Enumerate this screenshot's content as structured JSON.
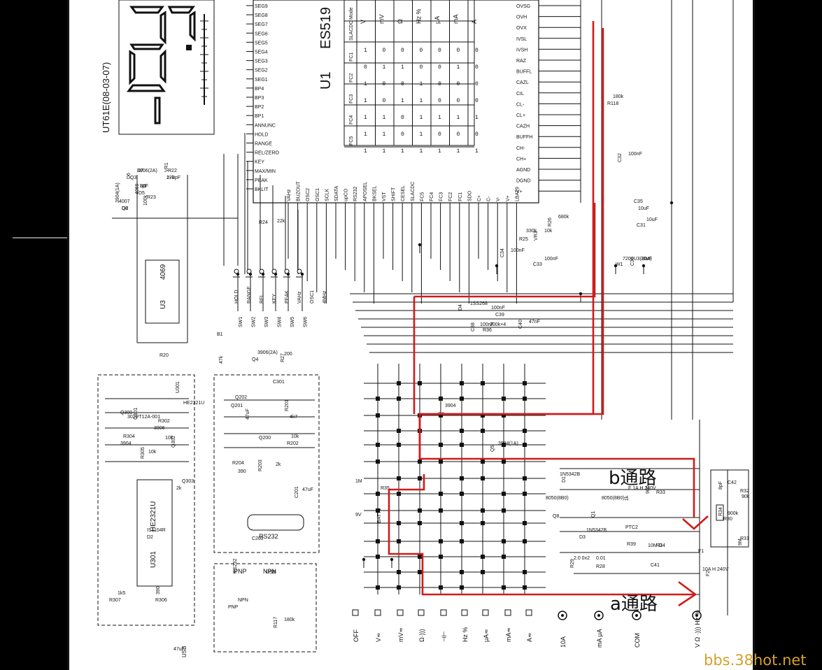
{
  "viewer": {
    "background": "#000000",
    "page_color": "#ffffff",
    "ink": "#111111",
    "highlight": "#d11a1a",
    "watermark_color": "#d4a02a"
  },
  "model": "UT61E(08-03-07)",
  "chip": {
    "ref": "U1",
    "part": "ES519",
    "pins_left": [
      "SEG9",
      "SEG8",
      "SEG7",
      "SEG6",
      "SEG5",
      "SEG4",
      "SEG3",
      "SEG2",
      "SEG1",
      "BP4",
      "BP3",
      "BP2",
      "BP1",
      "ANNUNC",
      "HOLD",
      "RANGE",
      "REL/ZERO",
      "KEY",
      "MAX/MIN",
      "PEAK",
      "BKLIT"
    ],
    "pins_bottom": [
      "VAHz",
      "BUZOUT",
      "OSC2",
      "OSC1",
      "SCLK",
      "SDATA",
      "upCO",
      "RS232",
      "APOSEL",
      "BKSEL",
      "VST",
      "SHIFT",
      "CESEL",
      "SLACDC",
      "FC5",
      "FC4",
      "FC3",
      "FC2",
      "FC1",
      "SDO",
      "C+",
      "C-",
      "V-",
      "V+",
      "LBAT9"
    ],
    "pins_right": [
      "OVSG",
      "OVH",
      "OVX",
      "IVSL",
      "IVSH",
      "RAZ",
      "BUFFL",
      "CAZL",
      "CIL",
      "CL-",
      "CL+",
      "CAZH",
      "BUFFH",
      "CH-",
      "CH+",
      "AGND",
      "DGND",
      "V+"
    ]
  },
  "mode_table": {
    "headers": [
      "Mode",
      "SLACDC",
      "FC1",
      "FC2",
      "FC3",
      "FC4",
      "FC5"
    ],
    "modes": [
      "V",
      "mV",
      "Ω",
      "Hz %",
      "μA",
      "mA",
      "A"
    ],
    "rows": [
      [
        "1",
        "0",
        "1",
        "1",
        "1",
        "1",
        "1"
      ],
      [
        "0",
        "1",
        "0",
        "0",
        "1",
        "1",
        "1"
      ],
      [
        "0",
        "1",
        "0",
        "1",
        "0",
        "0",
        "1"
      ],
      [
        "0",
        "0",
        "1",
        "1",
        "1",
        "1",
        "1"
      ],
      [
        "0",
        "0",
        "0",
        "0",
        "1",
        "0",
        "1"
      ],
      [
        "0",
        "1",
        "0",
        "0",
        "1",
        "0",
        "1"
      ],
      [
        "0",
        "0",
        "0",
        "0",
        "1",
        "0",
        "1"
      ]
    ]
  },
  "parts": [
    "U3",
    "4069",
    "Q3",
    "3906(2A)",
    "Q2",
    "3904(1A)",
    "R22",
    "22k",
    "R23",
    "100k",
    "R24",
    "22k",
    "R20",
    "47k",
    "B1",
    "Q4",
    "3906(2A)",
    "R27",
    "200",
    "D2",
    "IS1104R",
    "U301",
    "HE2321U",
    "Q300",
    "302PT12A-001",
    "Q301",
    "3906",
    "R302",
    "10k",
    "Q302",
    "3904",
    "R304",
    "10k",
    "R305",
    "2k",
    "Q303",
    "R306",
    "390",
    "R307",
    "1k5",
    "C301",
    "47uF",
    "Q200",
    "Q201",
    "Q202",
    "R201",
    "4k7",
    "R202",
    "10k",
    "R203",
    "2k",
    "R204",
    "390",
    "C201",
    "47uF",
    "C202",
    "47uF",
    "RS232",
    "USB",
    "PNP",
    "NPN",
    "R117",
    "180k",
    "R118",
    "180k",
    "VR3",
    "10k",
    "R25",
    "330k",
    "R26",
    "680k",
    "C33",
    "100nF",
    "C34",
    "100nF",
    "C31",
    "10uF",
    "C32",
    "100nF",
    "C35",
    "10uF",
    "C36",
    "10uF",
    "W1",
    "7201U3(30A)",
    "Q5",
    "3904(1A)",
    "Q6",
    "3904",
    "D4",
    "1SS268",
    "R36",
    "200k×4",
    "C38",
    "100nF",
    "C39",
    "100nF",
    "C40",
    "47nF",
    "R35",
    "1M",
    "BATT1",
    "9V",
    "Q8",
    "8050(8B0)",
    "Q1",
    "8050(8B0)",
    "D3",
    "1N5342B",
    "D1",
    "1N5342B",
    "R28",
    "0.01",
    "R29",
    "2.0 0x2",
    "F1",
    "10A H 240V",
    "F2",
    "F 1A H 240V",
    "PTC2",
    "R39",
    "1k",
    "R30",
    "900k",
    "R31",
    "9M",
    "R32",
    "90k",
    "R33",
    "900",
    "R34",
    "10M D",
    "C41",
    "8pF",
    "C42",
    "8pF",
    "D5",
    "D6",
    "D7",
    "D8",
    "4007",
    "VR1",
    "1~3pF"
  ],
  "switches": [
    "HOLD",
    "RANGE",
    "REL",
    "KEY",
    "PEAK",
    "VAHz",
    "OSC1",
    "4MHz",
    "SW1",
    "SW2",
    "SW3",
    "SW4",
    "SW5",
    "SW6"
  ],
  "switch_positions": [
    "OFF",
    "V≂",
    "mV≂",
    "Ω·)))",
    "⊣⊢",
    "Hz %",
    "μA≂",
    "mA≂",
    "A≂"
  ],
  "terminals": [
    "10A",
    "mA μA",
    "COM",
    "V Ω ·))) Hz %"
  ],
  "annotations": {
    "path_b": "b通路",
    "path_a": "a通路"
  },
  "watermark": "bbs.38hot.net"
}
